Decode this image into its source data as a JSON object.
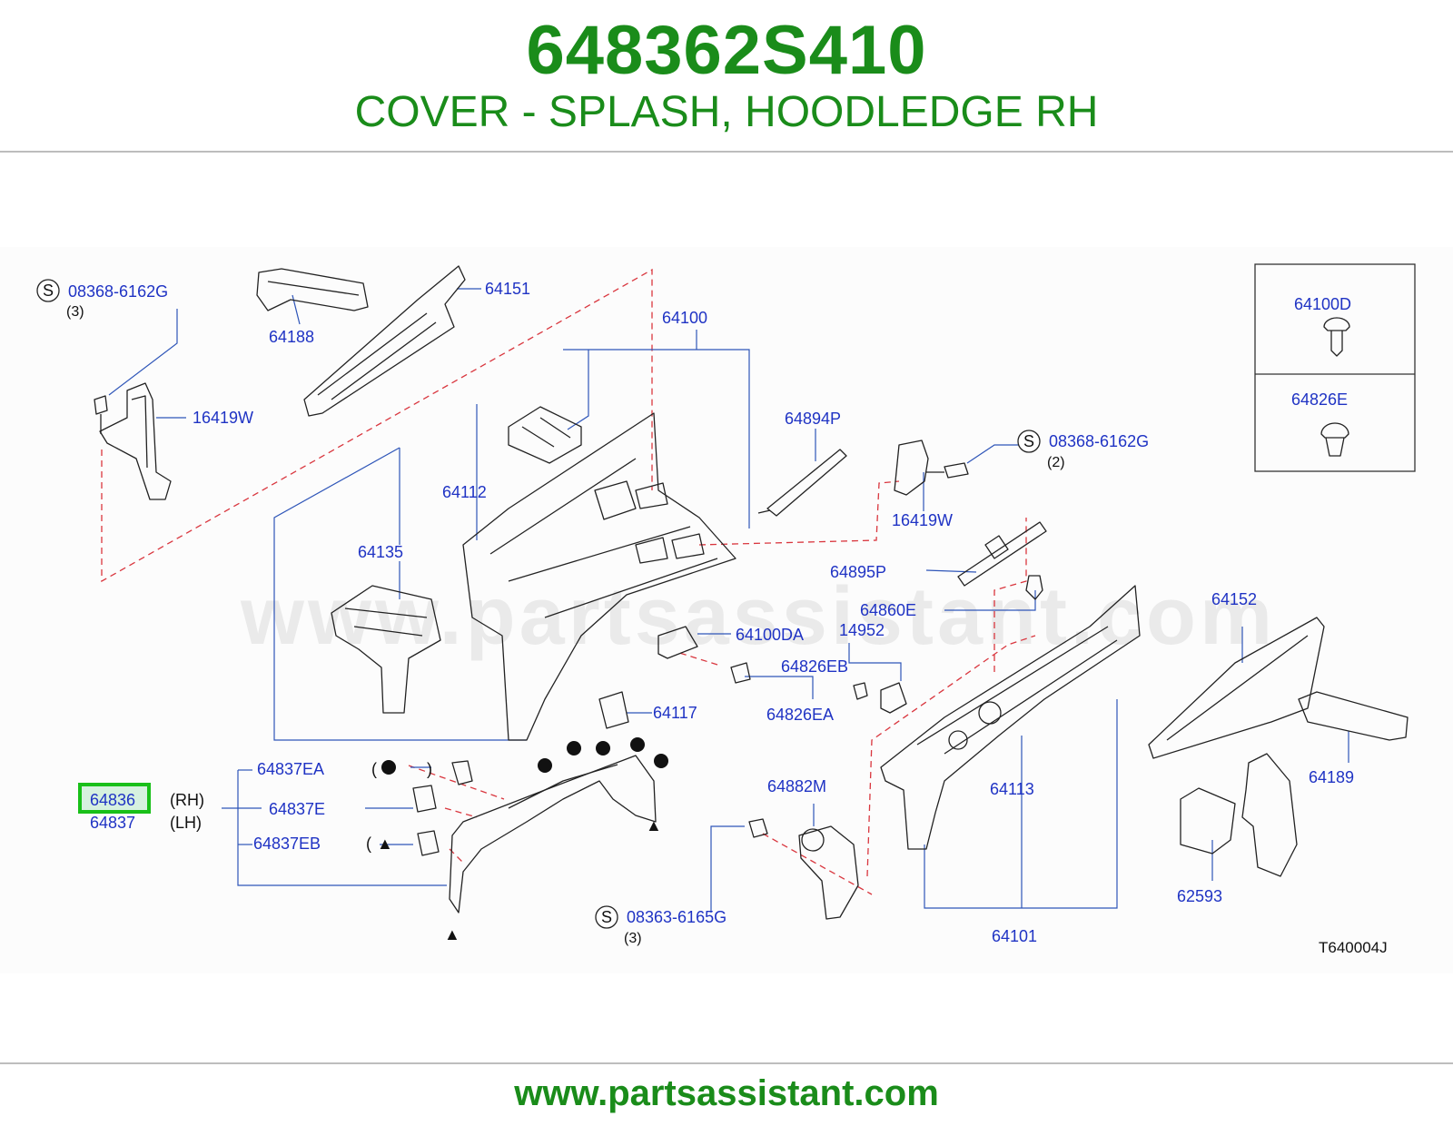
{
  "header": {
    "part_number": "648362S410",
    "part_name": "COVER - SPLASH, HOODLEDGE RH"
  },
  "footer": {
    "site_url": "www.partsassistant.com"
  },
  "watermark": "www.partsassistant.com",
  "diagram": {
    "code": "T640004J",
    "highlighted_part": "64836",
    "labels": {
      "p08368_6162G_a": "08368-6162G",
      "p08368_6162G_a_qty": "(3)",
      "p64188": "64188",
      "p64151": "64151",
      "p16419W_a": "16419W",
      "p64100": "64100",
      "p64112": "64112",
      "p64135": "64135",
      "p64894P": "64894P",
      "p08368_6162G_b": "08368-6162G",
      "p08368_6162G_b_qty": "(2)",
      "p16419W_b": "16419W",
      "p64895P": "64895P",
      "p64860E": "64860E",
      "p14952": "14952",
      "p64100DA": "64100DA",
      "p64826EB": "64826EB",
      "p64826EA": "64826EA",
      "p64117": "64117",
      "p64152": "64152",
      "p64189": "64189",
      "p64113": "64113",
      "p64101": "64101",
      "p62593": "62593",
      "p64882M": "64882M",
      "p08363_6165G": "08363-6165G",
      "p08363_6165G_qty": "(3)",
      "p64837EA": "64837EA",
      "p64837E": "64837E",
      "p64837EB": "64837EB",
      "p64836": "64836",
      "p64837": "64837",
      "rh": "(RH)",
      "lh": "(LH)",
      "paren_open_a": "(",
      "paren_close_a": ")",
      "paren_open_b": "(",
      "triangle": "▲",
      "inset_64100D": "64100D",
      "inset_64826E": "64826E",
      "s_symbol": "S"
    }
  }
}
